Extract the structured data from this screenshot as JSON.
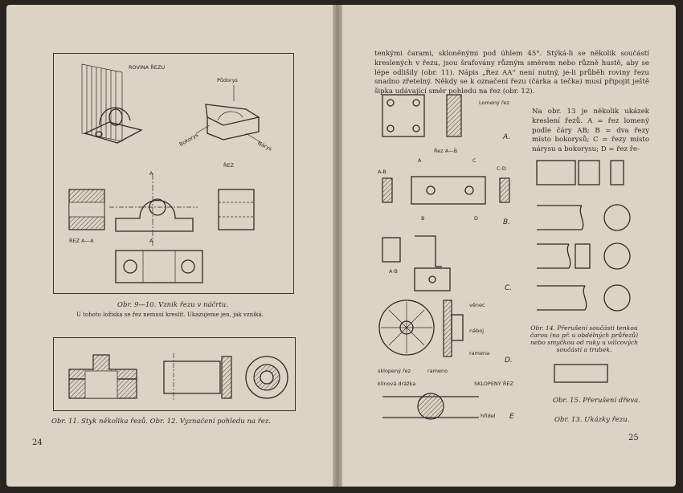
{
  "left_page": {
    "fig1_labels": {
      "rovina": "ROVINA ŘEZU",
      "pudorys": "Půdorys",
      "bokorys": "Bokorys",
      "narys": "Nárys",
      "rez": "ŘEZ",
      "rez_aa": "ŘEZ A—A",
      "a_top": "A",
      "a_bottom": "A"
    },
    "caption_fig9_10": "Obr. 9—10. Vznik řezu v náčrtu.",
    "note_fig9_10": "U tohoto ložiska se řez nemusí kreslit. Ukazujeme jen, jak vzniká.",
    "caption_fig11_12": "Obr. 11. Styk několika řezů.   Obr. 12. Vyznačení pohledu na řez.",
    "page_number": "24"
  },
  "right_page": {
    "paragraph_1": "tenkými čarami, skloněnými pod úhlem 45°. Stýká-li se několik součástí kreslených v řezu, jsou šrafovány různým směrem nebo různě hustě, aby se lépe odlišily (obr. 11). Nápis „Řez AA“ není nutný, je-li průběh roviny řezu snadno zřetelný. Někdy se k označení řezu (čárka a tečka) musí připojit ještě šipka udávající směr pohledu na řez (obr. 12).",
    "paragraph_2": "Na obr. 13 je několik ukázek kreslení řezů. A = řez lomený podle čáry AB; B = dva řezy místo bokorysů; C = řezy místo nárysu a bokorysu; D = řez ře-",
    "fig13_labels": {
      "lomeny": "Lomený řez",
      "rez_ab": "Řez A—B",
      "ab": "A-B",
      "cd": "C-D",
      "a": "A",
      "b": "B",
      "c": "C",
      "d": "D",
      "ab2": "A·B",
      "venec": "věnec",
      "naboj": "náboj",
      "ramena": "ramena",
      "sklopeny": "sklopený řez",
      "rameno": "rameno",
      "klinova": "klínová drážka",
      "sklopeny_rez": "SKLOPENÝ ŘEZ",
      "hridel": "hřídel"
    },
    "letters": [
      "A.",
      "B.",
      "C.",
      "D.",
      "E"
    ],
    "caption_fig14": "Obr. 14. Přerušení součásti tenkou čarou (na př. u obdélných průřezů) nebo smyčkou od ruky u válcových součástí a trubek.",
    "caption_fig15": "Obr. 15. Přerušení dřeva.",
    "caption_fig13": "Obr. 13. Ukázky řezu.",
    "page_number": "25"
  }
}
